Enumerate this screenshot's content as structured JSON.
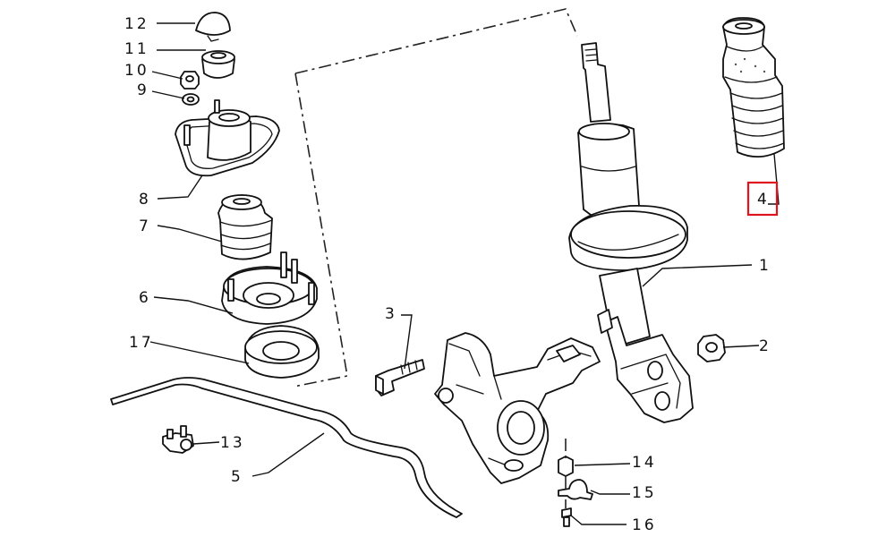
{
  "callouts": {
    "c1": "1",
    "c2": "2",
    "c3": "3",
    "c4": "4",
    "c5": "5",
    "c6": "6",
    "c7": "7",
    "c8": "8",
    "c9": "9",
    "c10": "10",
    "c11": "11",
    "c12": "12",
    "c13": "13",
    "c14": "14",
    "c15": "15",
    "c16": "16",
    "c17": "17"
  },
  "highlight": {
    "part": "4",
    "color": "#e0141e"
  }
}
